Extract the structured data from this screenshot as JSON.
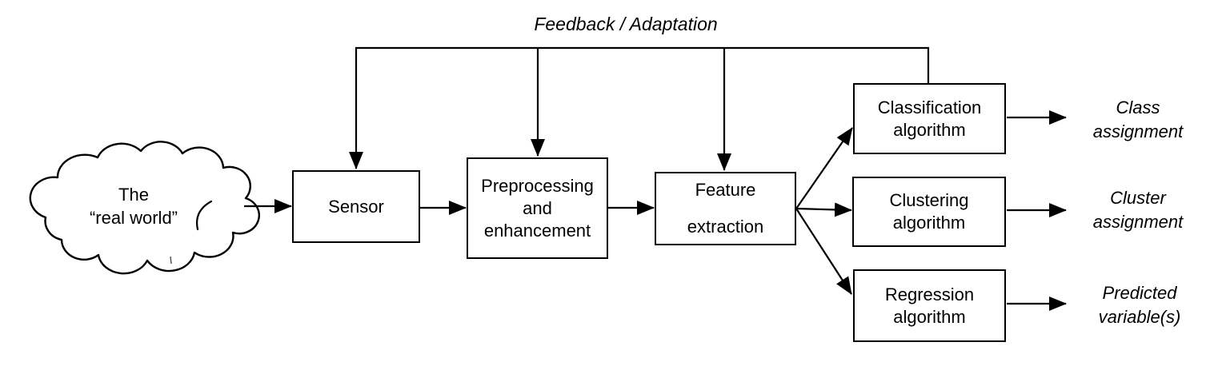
{
  "diagram": {
    "title_hint": "Pattern recognition pipeline diagram",
    "feedback_label": "Feedback / Adaptation",
    "cloud_label": "The\n“real world”",
    "nodes": [
      {
        "id": "sensor",
        "label": "Sensor"
      },
      {
        "id": "preprocessing",
        "label": "Preprocessing\nand\nenhancement"
      },
      {
        "id": "feature-extraction",
        "label": "Feature\nextraction"
      },
      {
        "id": "classification",
        "label": "Classification\nalgorithm"
      },
      {
        "id": "clustering",
        "label": "Clustering\nalgorithm"
      },
      {
        "id": "regression",
        "label": "Regression\nalgorithm"
      }
    ],
    "outputs": [
      {
        "id": "class-assignment",
        "label": "Class\nassignment"
      },
      {
        "id": "cluster-assignment",
        "label": "Cluster\nassignment"
      },
      {
        "id": "predicted-variables",
        "label": "Predicted\nvariable(s)"
      }
    ],
    "colors": {
      "line": "#000000",
      "text": "#000000",
      "background": "#ffffff"
    }
  }
}
